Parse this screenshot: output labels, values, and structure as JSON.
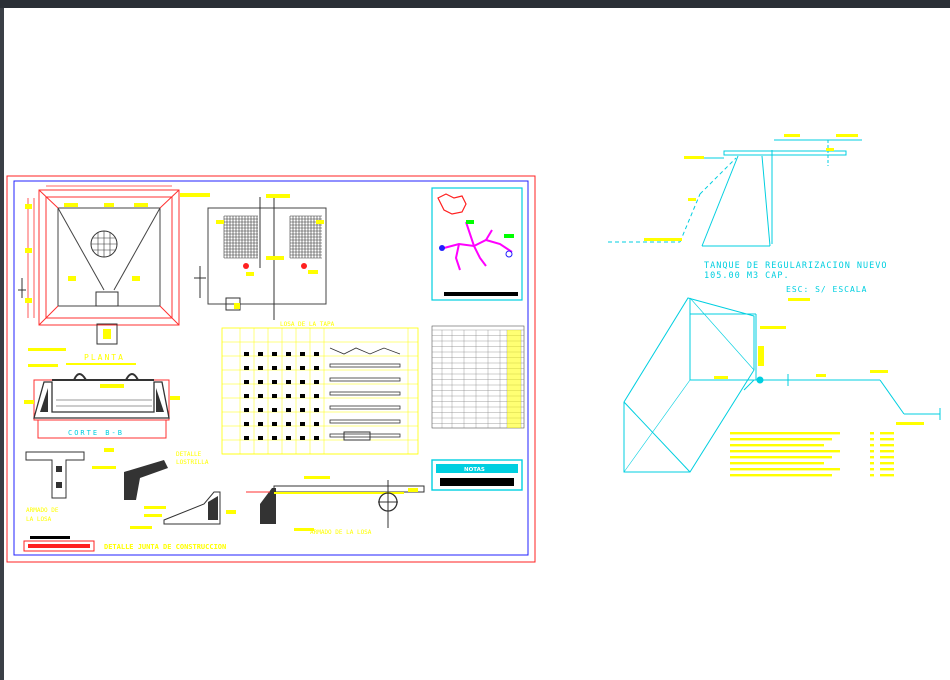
{
  "sheet": {
    "planta_label": "PLANTA",
    "corte_label": "CORTE B-B",
    "losa_tapa_title": "LOSA DE LA TAPA",
    "detalle_lostrilla": [
      "DETALLE",
      "LOSTRILLA"
    ],
    "armado_losa_left": [
      "ARMADO DE",
      "LA LOSA"
    ],
    "armado_losa_right": "ARMADO DE LA LOSA",
    "detalle_junta": "DETALLE JUNTA DE CONSTRUCCION",
    "notas_title": "NOTAS"
  },
  "tank": {
    "title_line1": "TANQUE DE REGULARIZACION NUEVO",
    "title_line2": "105.00 M3 CAP.",
    "scale": "ESC: S/ ESCALA"
  },
  "colors": {
    "canvas": "#ffffff",
    "sheet_border": "#ff2020",
    "inner_border": "#2020ff",
    "cyan": "#00cfe0",
    "yellow": "#ffff00",
    "magenta": "#ff00ff",
    "grey_lines": "#cfcfcf"
  }
}
